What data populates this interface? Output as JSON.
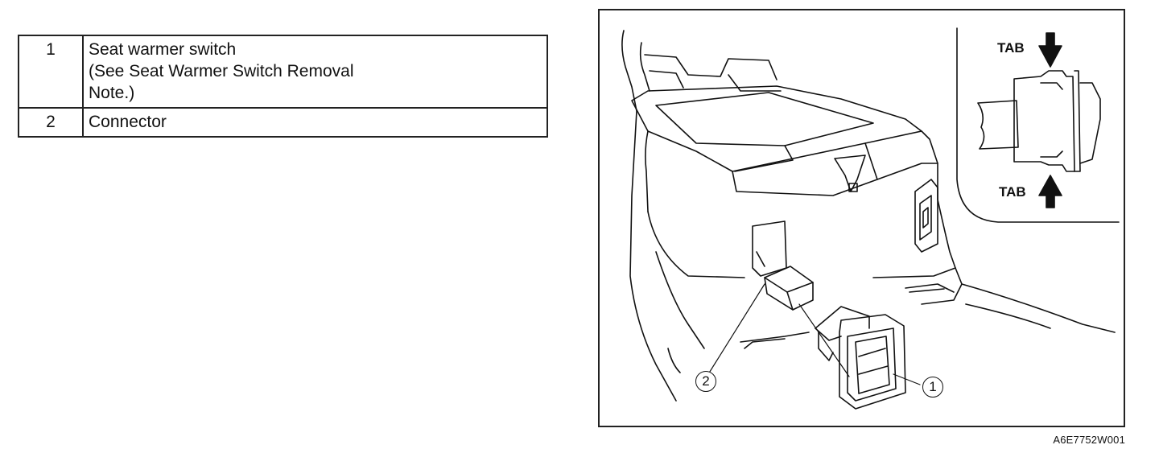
{
  "parts": [
    {
      "number": "1",
      "description": "Seat warmer switch\n(See Seat Warmer Switch Removal\nNote.)"
    },
    {
      "number": "2",
      "description": "Connector"
    }
  ],
  "figure": {
    "inset_labels": {
      "top_tab": "TAB",
      "bottom_tab": "TAB"
    },
    "callouts": {
      "switch": "1",
      "connector": "2"
    },
    "code": "A6E7752W001"
  }
}
